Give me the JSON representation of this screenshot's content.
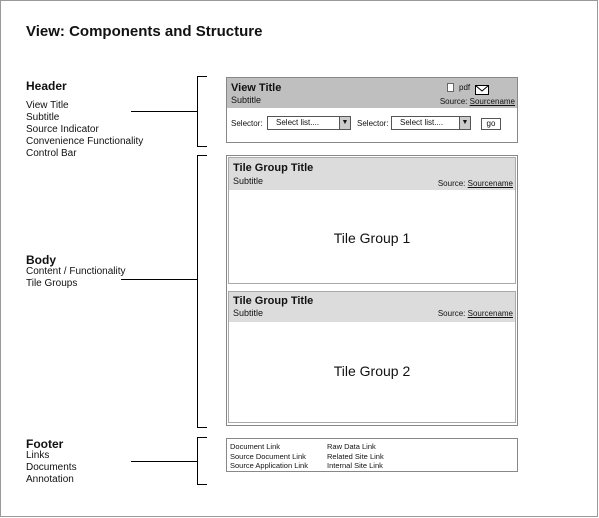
{
  "page": {
    "title": "View: Components and Structure"
  },
  "legend": {
    "header": {
      "heading": "Header",
      "items": [
        "View Title",
        "Subtitle",
        "Source Indicator",
        "Convenience Functionality",
        "Control Bar"
      ]
    },
    "body": {
      "heading": "Body",
      "items": [
        "Content / Functionality",
        "Tile Groups"
      ]
    },
    "footer": {
      "heading": "Footer",
      "items": [
        "Links",
        "Documents",
        "Annotation"
      ]
    }
  },
  "mock": {
    "header": {
      "view_title": "View Title",
      "subtitle": "Subtitle",
      "pdf_label": "pdf",
      "source_prefix": "Source:",
      "source_name": "Sourcename",
      "selector1_label": "Selector:",
      "selector1_value": "Select list....",
      "selector2_label": "Selector:",
      "selector2_value": "Select list....",
      "go_label": "go"
    },
    "tile_groups": [
      {
        "title": "Tile Group Title",
        "subtitle": "Subtitle",
        "source_prefix": "Source:",
        "source_name": "Sourcename",
        "content": "Tile Group 1"
      },
      {
        "title": "Tile Group Title",
        "subtitle": "Subtitle",
        "source_prefix": "Source:",
        "source_name": "Sourcename",
        "content": "Tile Group 2"
      }
    ],
    "footer": {
      "col1": [
        "Document Link",
        "Source Document Link",
        "Source Application Link"
      ],
      "col2": [
        "Raw Data Link",
        "Related Site Link",
        "Internal Site Link"
      ]
    }
  }
}
